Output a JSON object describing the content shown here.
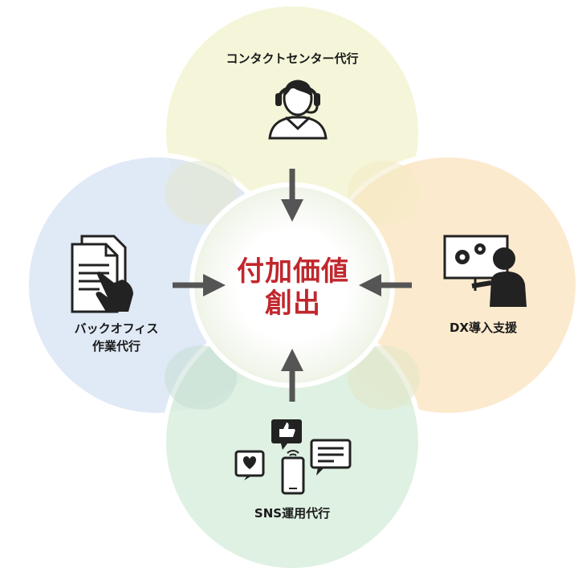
{
  "center": {
    "line1": "付加価値",
    "line2": "創出"
  },
  "nodes": {
    "top": {
      "label": "コンタクトセンター代行",
      "icon": "headset-operator-icon",
      "color": "#f3f4d2"
    },
    "right": {
      "label": "DX導入支援",
      "icon": "dx-presentation-gears-icon",
      "color": "#fbe6c6"
    },
    "bottom": {
      "label": "SNS運用代行",
      "icon": "social-media-smartphone-icon",
      "color": "#d9eedd"
    },
    "left": {
      "line1": "バックオフィス",
      "line2": "作業代行",
      "icon": "document-hand-icon",
      "color": "#dbe5f4"
    }
  },
  "accent": "#c1272d"
}
